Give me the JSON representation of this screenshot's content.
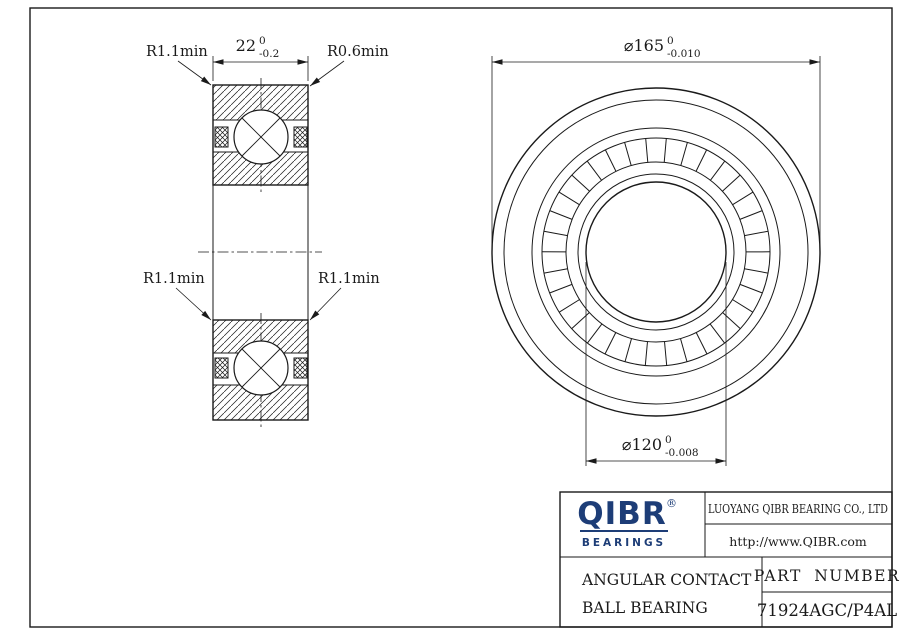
{
  "section_view": {
    "width_dim": {
      "value": "22",
      "tol_upper": "0",
      "tol_lower": "-0.2"
    },
    "radius_top_left": "R1.1min",
    "radius_top_right": "R0.6min",
    "radius_mid_left": "R1.1min",
    "radius_mid_right": "R1.1min"
  },
  "front_view": {
    "outer_dim": {
      "value": "⌀165",
      "tol_upper": "0",
      "tol_lower": "-0.010"
    },
    "bore_dim": {
      "value": "⌀120",
      "tol_upper": "0",
      "tol_lower": "-0.008"
    }
  },
  "title_block": {
    "brand": "QIBR",
    "registered_mark": "®",
    "brand_sub": "BEARINGS",
    "company": "LUOYANG QIBR BEARING CO., LTD",
    "website": "http://www.QIBR.com",
    "product_type_line1": "ANGULAR CONTACT",
    "product_type_line2": "BALL BEARING",
    "part_number_label": "PART NUMBER",
    "part_number": "71924AGC/P4AL"
  },
  "colors": {
    "line": "#1a1a1a",
    "brand_blue": "#1d3d77"
  }
}
